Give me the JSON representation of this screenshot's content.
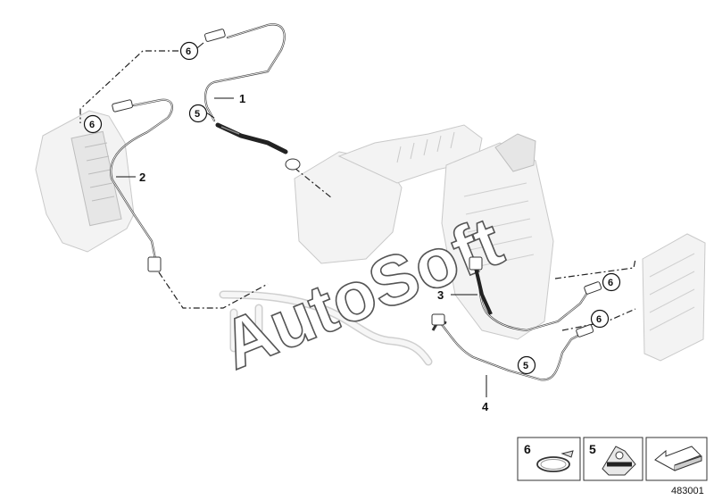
{
  "callouts": {
    "c1": "1",
    "c2": "2",
    "c3": "3",
    "c4": "4",
    "c5_top": "5",
    "c5_bottom": "5",
    "c6_top": "6",
    "c6_left": "6",
    "c6_right_upper": "6",
    "c6_right_lower": "6"
  },
  "legend": {
    "item_a_number": "6",
    "item_a_icon": "hose-clamp-icon",
    "item_b_number": "5",
    "item_b_icon": "clip-holder-icon",
    "item_c_icon": "arrow-marker-icon"
  },
  "diagram_id": "483001",
  "watermark": "AutoSoft",
  "colors": {
    "line": "#444444",
    "component_fill": "#f3f3f3",
    "component_stroke": "#c9c9c9",
    "watermark_outline": "#555555"
  }
}
